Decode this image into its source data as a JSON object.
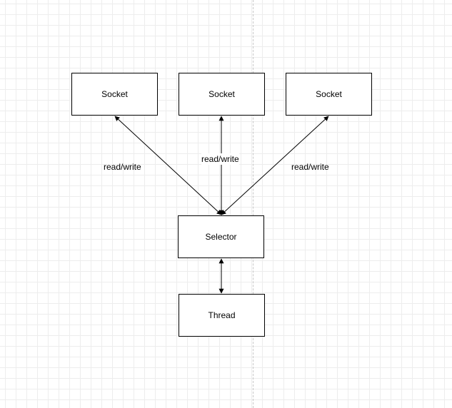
{
  "diagram": {
    "nodes": {
      "socket_left": "Socket",
      "socket_center": "Socket",
      "socket_right": "Socket",
      "selector": "Selector",
      "thread": "Thread"
    },
    "edge_labels": {
      "left": "read/write",
      "center": "read/write",
      "right": "read/write"
    },
    "colors": {
      "stroke": "#000000",
      "grid": "#ededed",
      "page_break": "#c8c8c8"
    }
  }
}
